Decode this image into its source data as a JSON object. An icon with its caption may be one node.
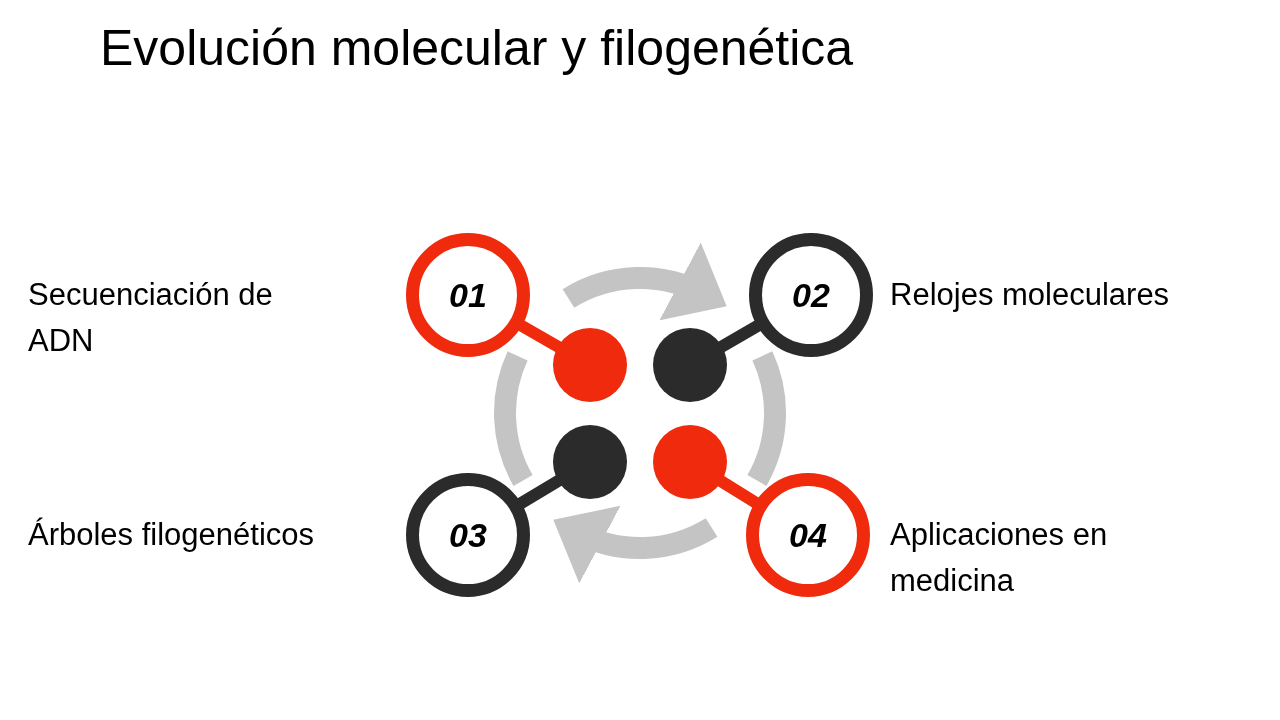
{
  "diagram": {
    "title": "Evolución molecular y filogenética",
    "nodes": [
      {
        "text": [
          "01"
        ]
      },
      {
        "text": [
          "02"
        ]
      },
      {
        "text": [],
        "shape": "circle"
      },
      {
        "text": [],
        "shape": "circle"
      },
      {
        "text": [],
        "shape": "circle"
      },
      {
        "text": [],
        "shape": "circle"
      },
      {
        "text": [
          "03"
        ]
      },
      {
        "text": [
          "04"
        ]
      }
    ],
    "labels": [
      "Secuenciación de ADN",
      "Relojes moleculares",
      "Árboles filogenéticos",
      "Aplicaciones en medicina"
    ],
    "edges": [
      {
        "from": 0,
        "to": 2,
        "arrow": "none",
        "color": "#f02a0c"
      },
      {
        "from": 1,
        "to": 3,
        "arrow": "none",
        "color": "#2b2b2b"
      },
      {
        "from": 6,
        "to": 4,
        "arrow": "none",
        "color": "#2b2b2b"
      },
      {
        "from": 7,
        "to": 5,
        "arrow": "none",
        "color": "#f02a0c"
      }
    ]
  }
}
